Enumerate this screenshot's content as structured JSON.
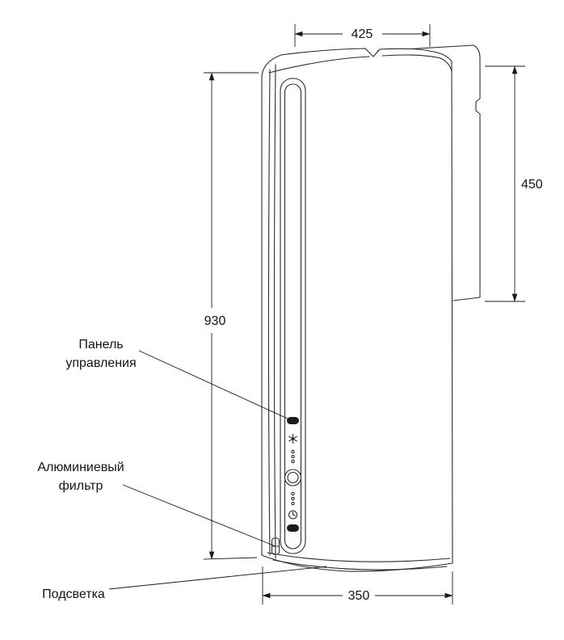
{
  "dimensions": {
    "top_width": "425",
    "left_height": "930",
    "right_height": "450",
    "bottom_width": "350"
  },
  "labels": {
    "control_panel_line1": "Панель",
    "control_panel_line2": "управления",
    "filter_line1": "Алюминиевый",
    "filter_line2": "фильтр",
    "backlight": "Подсветка"
  }
}
